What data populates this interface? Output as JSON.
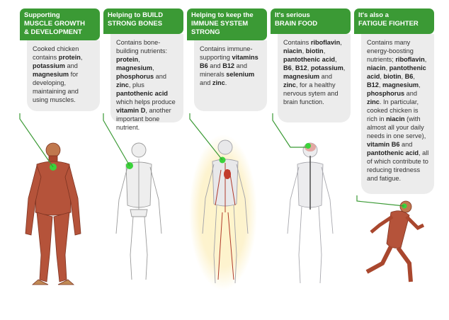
{
  "colors": {
    "accent": "#3b9a35",
    "box_bg": "#ececec",
    "text": "#333333"
  },
  "panels": [
    {
      "title_lines": [
        "Supporting",
        "MUSCLE GROWTH",
        "& DEVELOPMENT"
      ],
      "body": [
        {
          "t": "Cooked chicken contains "
        },
        {
          "t": "protein",
          "b": true
        },
        {
          "t": ", "
        },
        {
          "t": "potassium",
          "b": true
        },
        {
          "t": " and "
        },
        {
          "t": "magnesium",
          "b": true
        },
        {
          "t": " for developing, maintaining and using muscles."
        }
      ],
      "figure_icon": "muscle-figure"
    },
    {
      "title_lines": [
        "Helping to BUILD",
        "STRONG BONES"
      ],
      "body": [
        {
          "t": "Contains bone-building nutrients: "
        },
        {
          "t": "protein",
          "b": true
        },
        {
          "t": ", "
        },
        {
          "t": "magnesium",
          "b": true
        },
        {
          "t": ", "
        },
        {
          "t": "phosphorus",
          "b": true
        },
        {
          "t": " and "
        },
        {
          "t": "zinc",
          "b": true
        },
        {
          "t": ", plus "
        },
        {
          "t": "pantothenic acid",
          "b": true
        },
        {
          "t": " which helps produce "
        },
        {
          "t": "vitamin D",
          "b": true
        },
        {
          "t": ", another important bone nutrient."
        }
      ],
      "figure_icon": "skeleton-figure"
    },
    {
      "title_lines": [
        "Helping to keep the",
        "IMMUNE SYSTEM",
        "STRONG"
      ],
      "body": [
        {
          "t": "Contains immune-supporting "
        },
        {
          "t": "vitamins B6",
          "b": true
        },
        {
          "t": " and "
        },
        {
          "t": "B12",
          "b": true
        },
        {
          "t": " and minerals "
        },
        {
          "t": "selenium",
          "b": true
        },
        {
          "t": " and "
        },
        {
          "t": "zinc",
          "b": true
        },
        {
          "t": "."
        }
      ],
      "figure_icon": "immune-figure"
    },
    {
      "title_lines": [
        "It's serious",
        "BRAIN FOOD"
      ],
      "body": [
        {
          "t": "Contains "
        },
        {
          "t": "riboflavin",
          "b": true
        },
        {
          "t": ", "
        },
        {
          "t": "niacin",
          "b": true
        },
        {
          "t": ", "
        },
        {
          "t": "biotin",
          "b": true
        },
        {
          "t": ", "
        },
        {
          "t": "pantothenic acid",
          "b": true
        },
        {
          "t": ", "
        },
        {
          "t": "B6",
          "b": true
        },
        {
          "t": ", "
        },
        {
          "t": "B12",
          "b": true
        },
        {
          "t": ", "
        },
        {
          "t": "potassium",
          "b": true
        },
        {
          "t": ", "
        },
        {
          "t": "magnesium",
          "b": true
        },
        {
          "t": " and "
        },
        {
          "t": "zinc",
          "b": true
        },
        {
          "t": ", for a healthy nervous sytem and brain function."
        }
      ],
      "figure_icon": "nervous-system-figure"
    },
    {
      "title_lines": [
        "It's also a",
        "FATIGUE FIGHTER"
      ],
      "body": [
        {
          "t": "Contains many energy-boosting nutrients; "
        },
        {
          "t": "riboflavin",
          "b": true
        },
        {
          "t": ", "
        },
        {
          "t": "niacin",
          "b": true
        },
        {
          "t": ", "
        },
        {
          "t": "pantothenic acid",
          "b": true
        },
        {
          "t": ", "
        },
        {
          "t": "biotin",
          "b": true
        },
        {
          "t": ", "
        },
        {
          "t": "B6",
          "b": true
        },
        {
          "t": ", "
        },
        {
          "t": "B12",
          "b": true
        },
        {
          "t": ", "
        },
        {
          "t": "magnesium",
          "b": true
        },
        {
          "t": ", "
        },
        {
          "t": "phosphorus",
          "b": true
        },
        {
          "t": " and "
        },
        {
          "t": "zinc",
          "b": true
        },
        {
          "t": ". In particular, cooked chicken is rich in "
        },
        {
          "t": "niacin",
          "b": true
        },
        {
          "t": " (with almost all your daily needs in one serve), "
        },
        {
          "t": "vitamin B6",
          "b": true
        },
        {
          "t": " and "
        },
        {
          "t": "pantothenic acid",
          "b": true
        },
        {
          "t": ", all of which contribute to reducing tiredness and fatigue."
        }
      ],
      "figure_icon": "running-muscle-figure"
    }
  ]
}
